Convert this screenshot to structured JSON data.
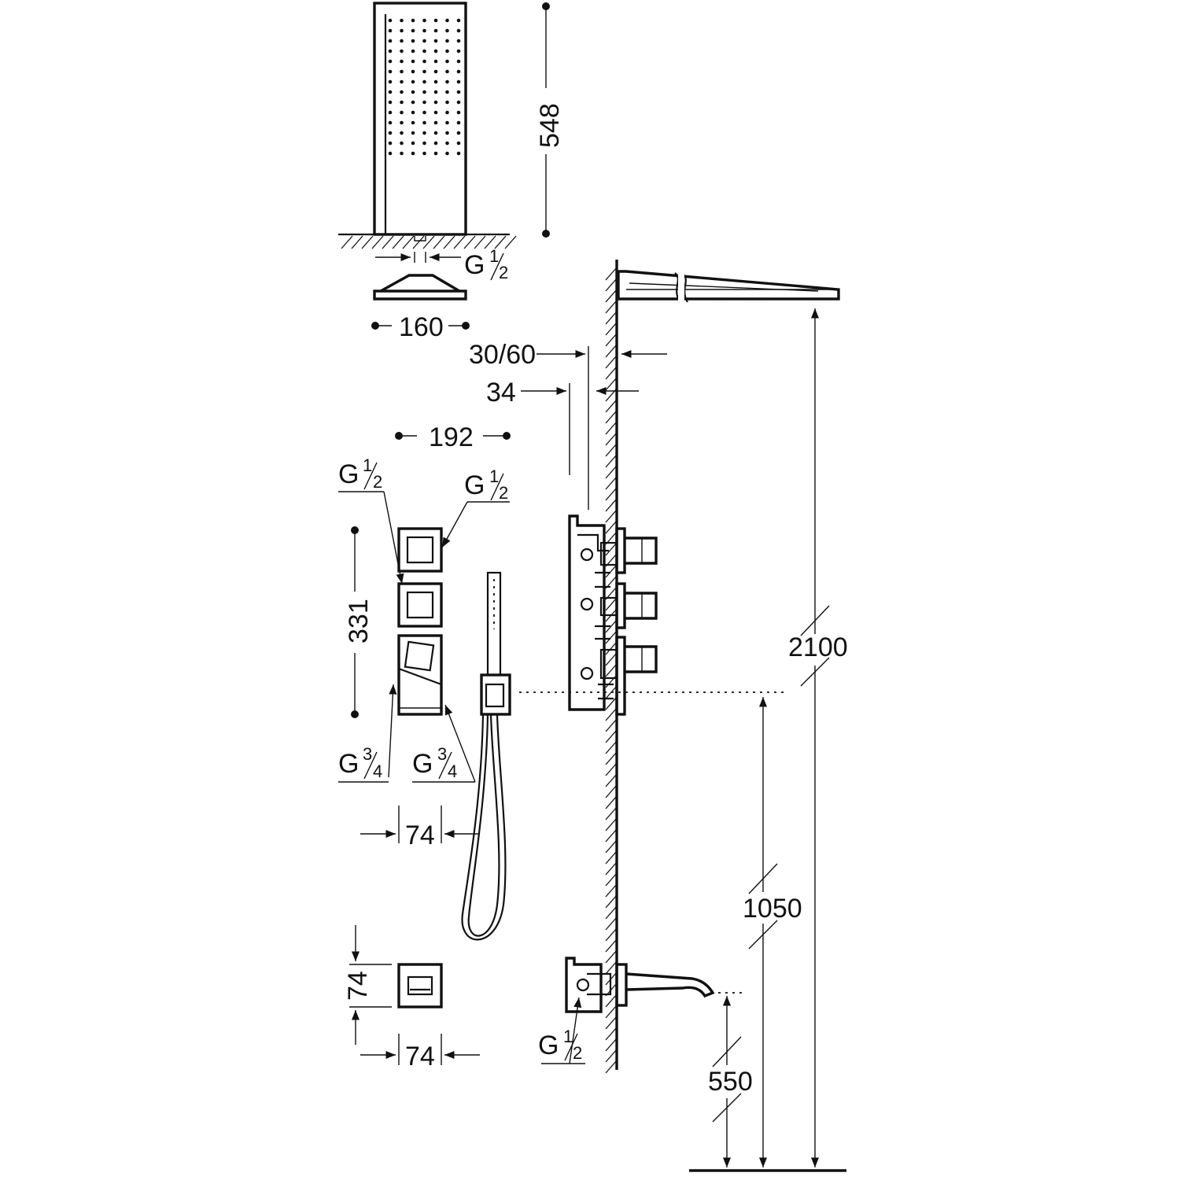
{
  "dimensions": {
    "d548": "548",
    "d160": "160",
    "d30_60": "30/60",
    "d34": "34",
    "d192": "192",
    "d331": "331",
    "d2100": "2100",
    "d74_a": "74",
    "d74_b": "74",
    "d74_c": "74",
    "d1050": "1050",
    "d550": "550"
  },
  "threads": {
    "g_letter": "G",
    "half_num": "1",
    "half_den": "2",
    "threequarter_num": "3",
    "threequarter_den": "4"
  }
}
